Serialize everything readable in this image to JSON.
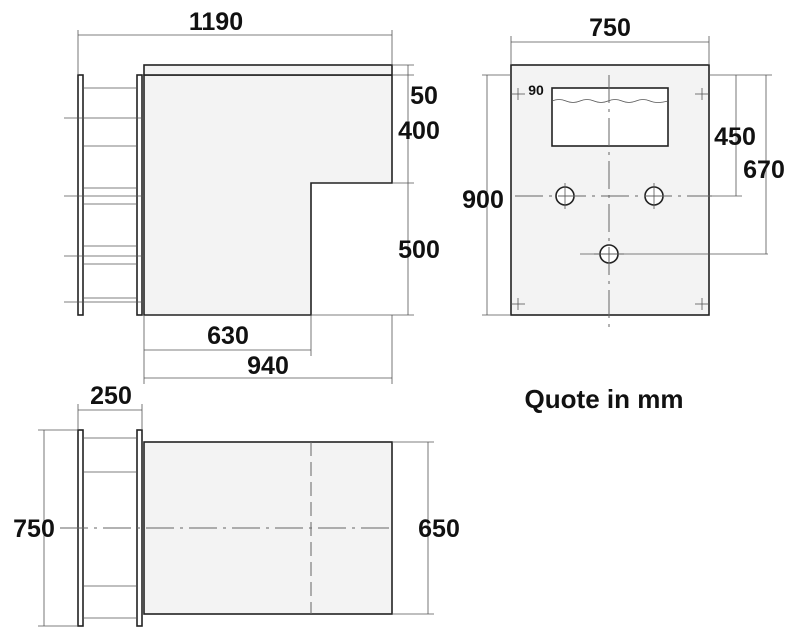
{
  "side_view": {
    "dim_overall_width": "1190",
    "dim_top_lid": "50",
    "dim_upper_height": "400",
    "dim_lower_height": "500",
    "dim_step_width": "630",
    "dim_body_width": "940"
  },
  "front_view": {
    "dim_width": "750",
    "dim_slot_offset": "90",
    "dim_slot_height": "450",
    "dim_mid_height": "670",
    "dim_total_height": "900"
  },
  "top_view": {
    "dim_frame_depth": "250",
    "dim_frame_width": "750",
    "dim_body_width": "650"
  },
  "note": "Quote in mm",
  "colors": {
    "line": "#222222",
    "fill": "#f3f3f3",
    "text": "#111111"
  }
}
